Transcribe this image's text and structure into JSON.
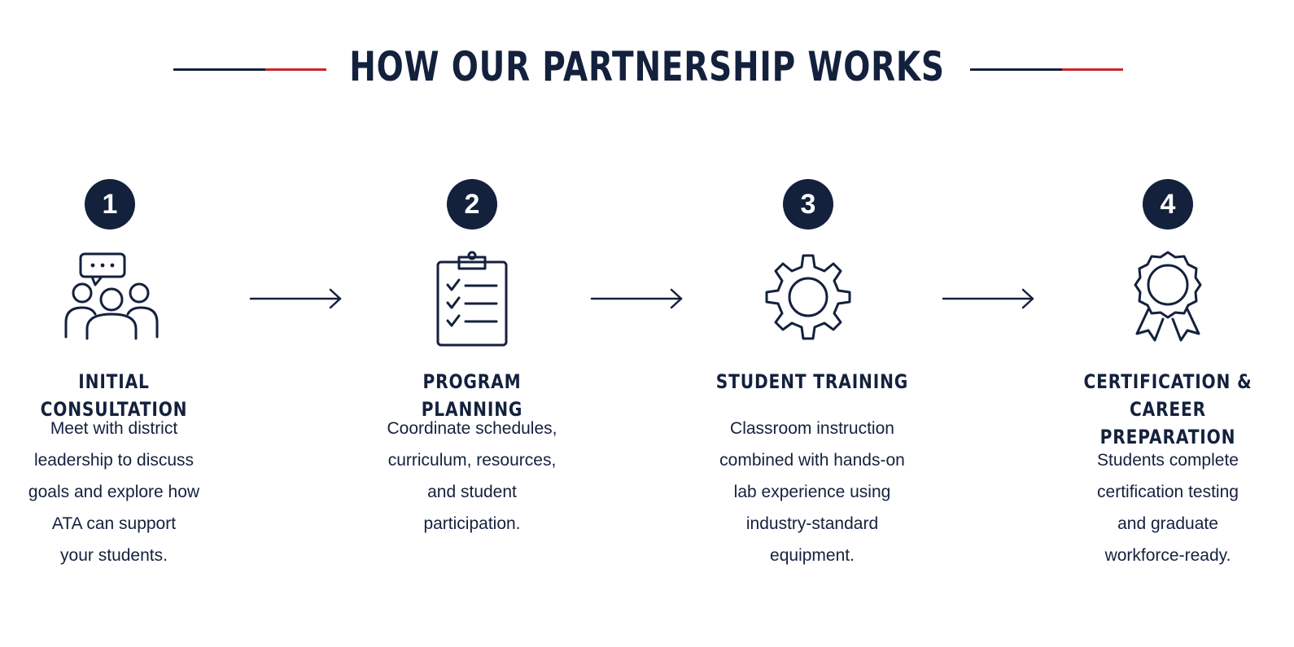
{
  "header": {
    "title": "HOW OUR PARTNERSHIP WORKS"
  },
  "colors": {
    "navy": "#14213d",
    "red": "#c62828"
  },
  "steps": [
    {
      "number": "1",
      "icon": "consultation-group-icon",
      "title": "INITIAL CONSULTATION",
      "desc_lines": [
        "Meet with district",
        "leadership to discuss",
        "goals and explore how",
        "ATA can support",
        "your students."
      ]
    },
    {
      "number": "2",
      "icon": "clipboard-checklist-icon",
      "title": "PROGRAM PLANNING",
      "desc_lines": [
        "Coordinate schedules,",
        "curriculum, resources,",
        "and student",
        "participation."
      ]
    },
    {
      "number": "3",
      "icon": "gear-icon",
      "title": "STUDENT TRAINING",
      "desc_lines": [
        "Classroom instruction",
        "combined with hands-on",
        "lab experience using",
        "industry-standard",
        "equipment."
      ]
    },
    {
      "number": "4",
      "icon": "award-ribbon-icon",
      "title_lines": [
        "CERTIFICATION &",
        "CAREER PREPARATION"
      ],
      "desc_lines": [
        "Students complete",
        "certification testing",
        "and graduate",
        "workforce-ready."
      ]
    }
  ]
}
